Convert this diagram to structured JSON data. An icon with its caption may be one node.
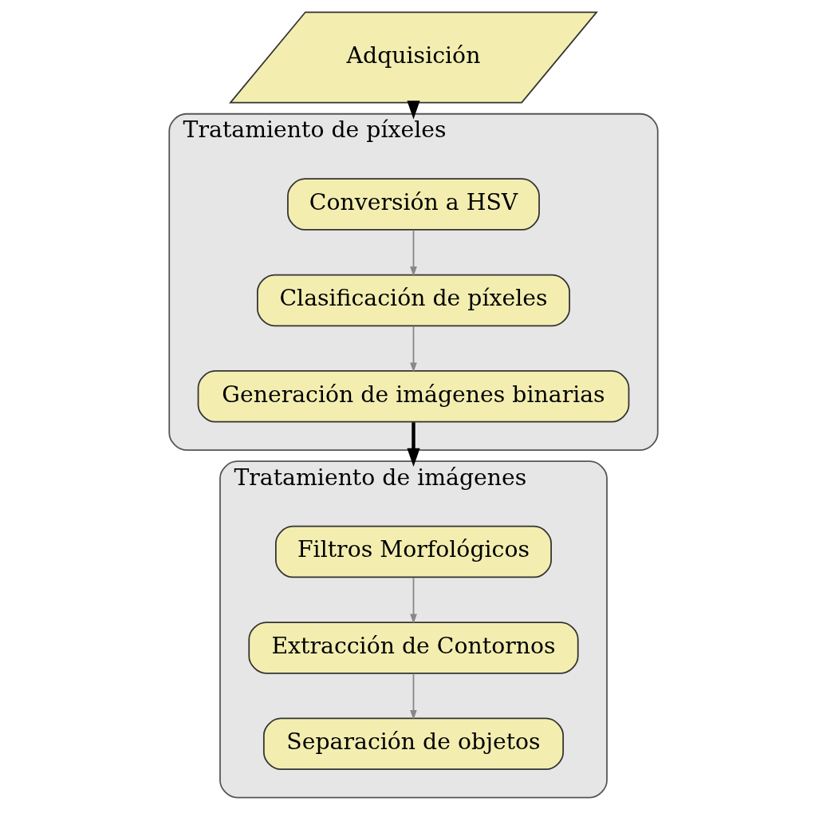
{
  "diagram": {
    "nodes": [
      {
        "text": [
          "Adquisición"
        ]
      },
      {
        "text": [
          "Tratamiento de píxeles"
        ]
      },
      {
        "text": [
          "Conversión a HSV"
        ],
        "in": 1
      },
      {
        "text": [
          "Clasificación de píxeles"
        ],
        "in": 1
      },
      {
        "text": [
          "Generación de imágenes binarias"
        ],
        "in": 1
      },
      {
        "text": [
          "Tratamiento de imágenes"
        ]
      },
      {
        "text": [
          "Filtros Morfológicos"
        ],
        "in": 5
      },
      {
        "text": [
          "Extracción de Contornos"
        ],
        "in": 5
      },
      {
        "text": [
          "Separación de objetos"
        ],
        "in": 5
      }
    ],
    "edges": [
      {
        "from": 0,
        "to": 1,
        "arrow": "to",
        "style": "thick",
        "color": "#000000"
      },
      {
        "from": 2,
        "to": 3,
        "arrow": "to"
      },
      {
        "from": 3,
        "to": 4,
        "arrow": "to"
      },
      {
        "from": 4,
        "to": 5,
        "arrow": "to",
        "style": "thick",
        "color": "#000000"
      },
      {
        "from": 6,
        "to": 7,
        "arrow": "to"
      },
      {
        "from": 7,
        "to": 8,
        "arrow": "to"
      }
    ]
  }
}
